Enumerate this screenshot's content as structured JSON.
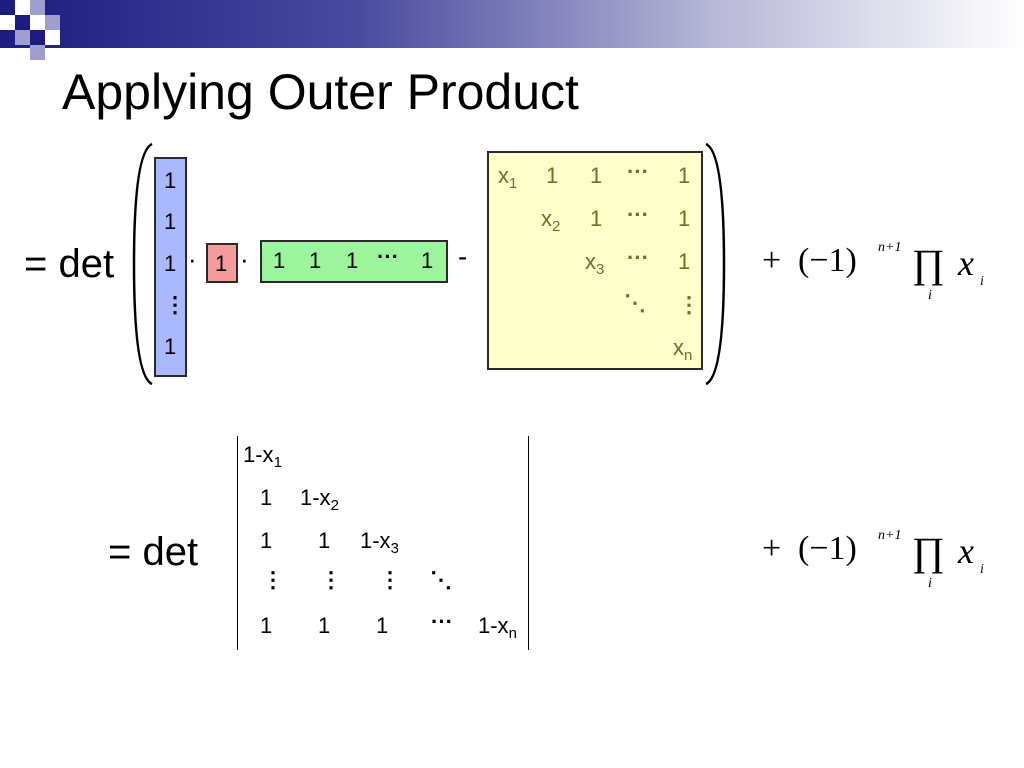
{
  "slide": {
    "title": "Applying Outer Product"
  },
  "top": {
    "det_label": "= det",
    "dot": "·",
    "minus": "-",
    "ones_column": [
      "1",
      "1",
      "1",
      "⋮",
      "1"
    ],
    "scalar": "1",
    "ones_row": [
      "1",
      "1",
      "1",
      "···",
      "1"
    ],
    "diag_matrix": {
      "row1": [
        "x",
        "1",
        "1",
        "···",
        "1"
      ],
      "row1_sub": "1",
      "row2": [
        "x",
        "1",
        "···",
        "1"
      ],
      "row2_sub": "2",
      "row3": [
        "x",
        "···",
        "1"
      ],
      "row3_sub": "3",
      "row4": [
        "⋱",
        "⋮"
      ],
      "row5": [
        "x"
      ],
      "row5_sub": "n"
    }
  },
  "bottom": {
    "det_label": "= det",
    "rows": [
      [
        {
          "t": "1-x",
          "s": "1"
        }
      ],
      [
        {
          "t": "1"
        },
        {
          "t": "1-x",
          "s": "2"
        }
      ],
      [
        {
          "t": "1"
        },
        {
          "t": "1"
        },
        {
          "t": "1-x",
          "s": "3"
        }
      ],
      [
        {
          "t": "⋮"
        },
        {
          "t": "⋮"
        },
        {
          "t": "⋮"
        },
        {
          "t": "⋱"
        }
      ],
      [
        {
          "t": "1"
        },
        {
          "t": "1"
        },
        {
          "t": "1"
        },
        {
          "t": "···"
        },
        {
          "t": "1-x",
          "s": "n"
        }
      ]
    ]
  },
  "formula": {
    "plus": "+",
    "paren": "(−1)",
    "exp": "n+1",
    "prod": "∏",
    "prod_sub": "i",
    "var": "x",
    "var_sub": "i"
  },
  "colors": {
    "band_dark": "#1c1c80",
    "ones_column": "#aab8ff",
    "scalar_box": "#f49b9b",
    "ones_row": "#9cf59c",
    "diag_matrix": "#ffffcc",
    "matrix_text": "#6f6f2a"
  }
}
